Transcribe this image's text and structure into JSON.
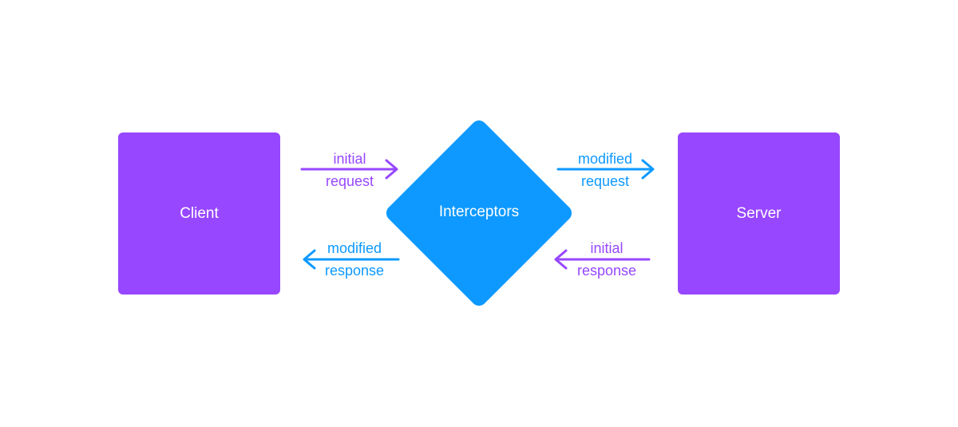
{
  "nodes": {
    "client": {
      "label": "Client"
    },
    "interceptors": {
      "label": "Interceptors"
    },
    "server": {
      "label": "Server"
    }
  },
  "edges": {
    "client_to_interceptors": {
      "line1": "initial",
      "line2": "request"
    },
    "interceptors_to_server": {
      "line1": "modified",
      "line2": "request"
    },
    "interceptors_to_client": {
      "line1": "modified",
      "line2": "response"
    },
    "server_to_interceptors": {
      "line1": "initial",
      "line2": "response"
    }
  },
  "colors": {
    "purple": "#9747FF",
    "blue": "#0D99FF",
    "background": "#FFFFFF"
  }
}
